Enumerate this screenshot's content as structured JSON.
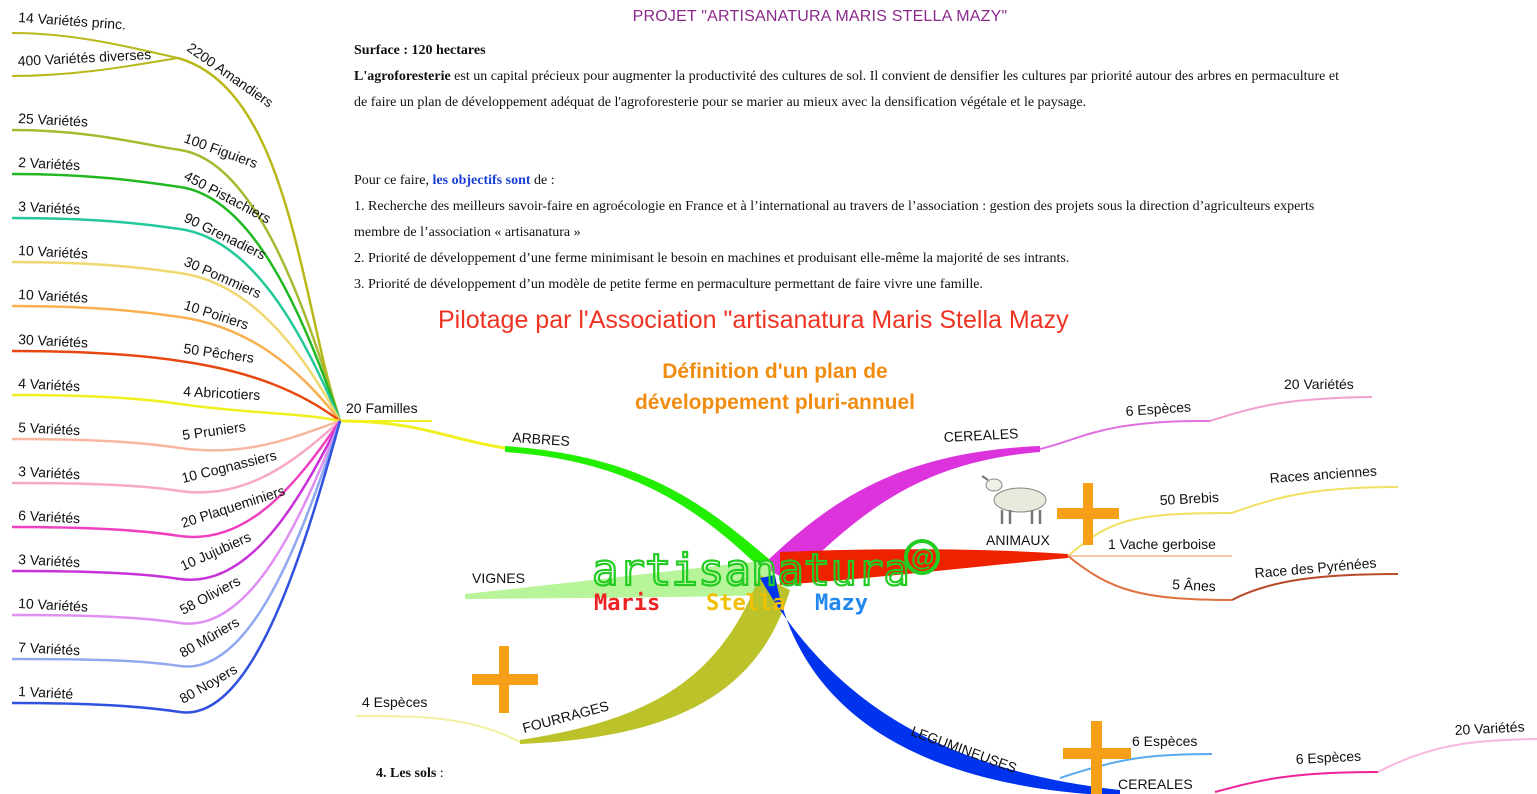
{
  "header": {
    "title": "PROJET \"ARTISANATURA MARIS STELLA MAZY\""
  },
  "body": {
    "surface": "Surface : 120 hectares",
    "agro_bold": "L'agroforesterie",
    "agro_text": " est un capital précieux pour augmenter la productivité des cultures de sol. Il convient de densifier les cultures par priorité autour des arbres en permaculture et de faire un plan de développement adéquat de l'agroforesterie pour se marier au mieux avec la densification végétale et le paysage.",
    "intro_pre": "Pour ce faire, ",
    "intro_link": "les objectifs sont",
    "intro_post": " de :",
    "objective_1": "1. Recherche des meilleurs savoir-faire en agroécologie en France et à l’international au travers de l’association : gestion des projets sous la direction d’agriculteurs experts membre de l’association « artisanatura »",
    "objective_2": "2. Priorité de développement d’une ferme minimisant le besoin en machines et produisant elle-même la majorité de ses intrants.",
    "objective_3": "3. Priorité de développement d’un modèle de petite ferme en permaculture permettant de faire vivre une famille.",
    "pilotage": "Pilotage par l'Association \"artisanatura Maris Stella Mazy",
    "plan": "Définition d'un plan de développement pluri-annuel",
    "sols_label": "4. Les sols",
    "sols_colon": " :"
  },
  "logo": {
    "line1": "artisanatura",
    "line2_a": "Maris",
    "line2_b": "Stella",
    "line2_c": "Mazy",
    "at": "@"
  },
  "mindmap": {
    "branches": {
      "arbres": "ARBRES",
      "vignes": "VIGNES",
      "fourrages": "FOURRAGES",
      "cereales": "CEREALES",
      "animaux": "ANIMAUX",
      "legumineuses": "LEGUMINEUSES"
    },
    "familles": "20 Familles",
    "trees": [
      {
        "name": "2200 Amandiers",
        "color": "#b8b81a"
      },
      {
        "name": "100 Figuiers",
        "variety": "25 Variétés",
        "color": "#a8b830"
      },
      {
        "name": "450 Pistachiers",
        "variety": "2 Variétés",
        "color": "#22b822"
      },
      {
        "name": "90 Grenadiers",
        "variety": "3 Variétés",
        "color": "#22c89a"
      },
      {
        "name": "30 Pommiers",
        "variety": "10 Variétés",
        "color": "#f0d870"
      },
      {
        "name": "10 Poiriers",
        "variety": "10 Variétés",
        "color": "#f8b050"
      },
      {
        "name": "50 Pêchers",
        "variety": "30 Variétés",
        "color": "#e84810"
      },
      {
        "name": "4 Abricotiers",
        "variety": "4 Variétés",
        "color": "#f0f020"
      },
      {
        "name": "5 Pruniers",
        "variety": "5 Variétés",
        "color": "#f8b8a0"
      },
      {
        "name": "10 Cognassiers",
        "variety": "3 Variétés",
        "color": "#f8a8c8"
      },
      {
        "name": "20 Plaqueminiers",
        "variety": "6 Variétés",
        "color": "#f040c0"
      },
      {
        "name": "10 Jujubiers",
        "variety": "3 Variétés",
        "color": "#c830d8"
      },
      {
        "name": "58 Oliviers",
        "variety": "10 Variétés",
        "color": "#e090f0"
      },
      {
        "name": "80 Mûriers",
        "variety": "7 Variétés",
        "color": "#90a8f0"
      },
      {
        "name": "80 Noyers",
        "variety": "1 Variété",
        "color": "#3050e0"
      }
    ],
    "amandier_subs": [
      "14 Variétés princ.",
      "400 Variétés diverses"
    ],
    "cereales_top": {
      "species": "6 Espèces",
      "varieties": "20 Variétés"
    },
    "animals": [
      {
        "name": "50 Brebis",
        "race": "Races anciennes"
      },
      {
        "name": "1 Vache gerboise"
      },
      {
        "name": "5 Ânes",
        "race": "Race des Pyrénées"
      }
    ],
    "fourrages_species": "4 Espèces",
    "legumineuses_species": "6 Espèces",
    "cereales_bottom": {
      "label": "CEREALES",
      "species": "6 Espèces",
      "varieties": "20 Variétés"
    }
  },
  "colors": {
    "arbres": "#22ee00",
    "vignes": "#b8f59a",
    "fourrages": "#bcc22a",
    "cereales": "#dd33dd",
    "animaux": "#ee2200",
    "legumineuses": "#0033ee",
    "plus": "#f6a01a"
  }
}
